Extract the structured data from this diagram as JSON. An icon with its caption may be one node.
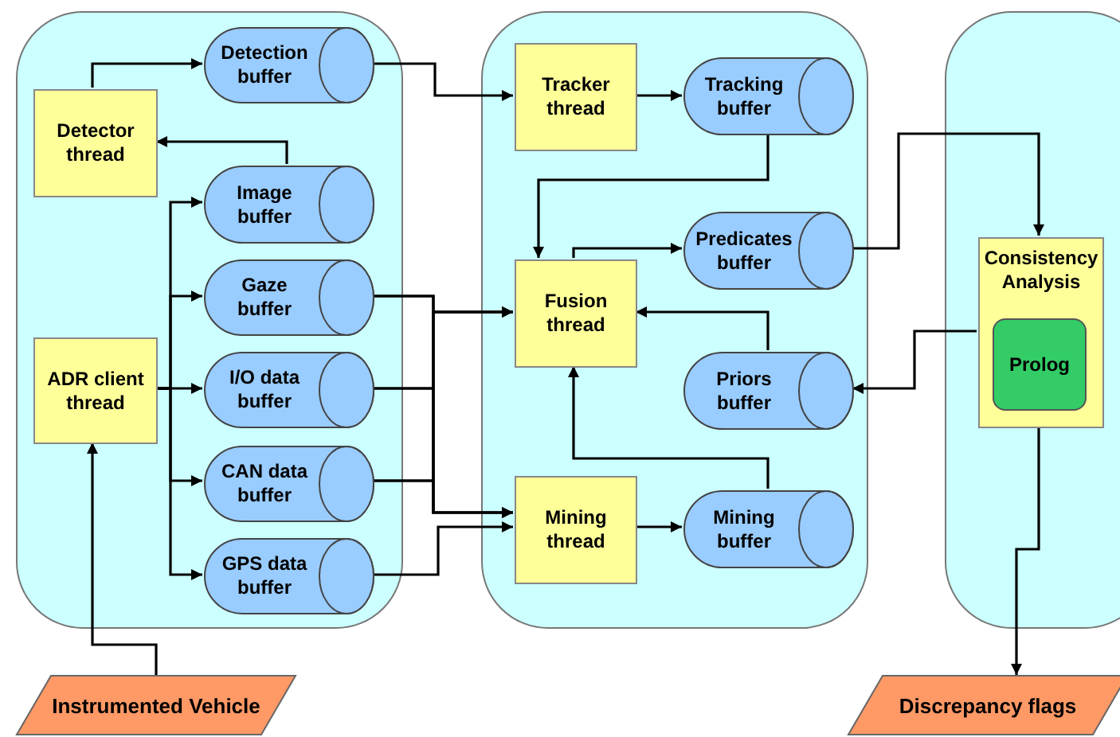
{
  "diagram": {
    "nodes": [
      {
        "text": [],
        "shape": "box"
      },
      {
        "text": [
          "Detection buffer"
        ],
        "in": 0
      },
      {
        "text": [
          "Detector thread"
        ],
        "in": 0
      },
      {
        "text": [
          "Image buffer"
        ],
        "in": 0
      },
      {
        "text": [
          "Gaze buffer"
        ],
        "in": 0
      },
      {
        "text": [
          "ADR client thread"
        ],
        "in": 0
      },
      {
        "text": [
          "I/O data buffer"
        ],
        "in": 0
      },
      {
        "text": [
          "CAN data buffer"
        ],
        "in": 0
      },
      {
        "text": [
          "GPS data buffer"
        ],
        "in": 0
      },
      {
        "text": [],
        "shape": "box"
      },
      {
        "text": [
          "Tracker thread"
        ],
        "in": 9
      },
      {
        "text": [
          "Tracking buffer"
        ],
        "in": 9
      },
      {
        "text": [
          "Predicates buffer"
        ],
        "in": 9
      },
      {
        "text": [
          "Fusion thread"
        ],
        "in": 9
      },
      {
        "text": [
          "Priors buffer"
        ],
        "in": 9
      },
      {
        "text": [
          "Mining thread"
        ],
        "in": 9
      },
      {
        "text": [
          "Mining buffer"
        ],
        "in": 9
      },
      {
        "text": [],
        "shape": "box"
      },
      {
        "text": [
          "Consistency Analysis"
        ],
        "in": 17
      },
      {
        "text": [
          "Prolog"
        ],
        "in": 18
      },
      {
        "text": [
          "Instrumented Vehicle"
        ]
      },
      {
        "text": [
          "Discrepancy flags"
        ]
      }
    ],
    "edges": [
      {
        "from": 2,
        "to": 1,
        "arrow": "to"
      },
      {
        "from": 3,
        "to": 2,
        "arrow": "to"
      },
      {
        "from": 5,
        "to": 3,
        "arrow": "to"
      },
      {
        "from": 5,
        "to": 4,
        "arrow": "to"
      },
      {
        "from": 5,
        "to": 6,
        "arrow": "to"
      },
      {
        "from": 5,
        "to": 7,
        "arrow": "to"
      },
      {
        "from": 5,
        "to": 8,
        "arrow": "to"
      },
      {
        "from": 1,
        "to": 10,
        "arrow": "to"
      },
      {
        "from": 10,
        "to": 11,
        "arrow": "to"
      },
      {
        "from": 11,
        "to": 13,
        "arrow": "to"
      },
      {
        "from": 13,
        "to": 12,
        "arrow": "to"
      },
      {
        "from": 14,
        "to": 13,
        "arrow": "to"
      },
      {
        "from": 16,
        "to": 13,
        "arrow": "to"
      },
      {
        "from": 15,
        "to": 16,
        "arrow": "to"
      },
      {
        "from": 12,
        "to": 18,
        "arrow": "to"
      },
      {
        "from": 18,
        "to": 14,
        "arrow": "to"
      },
      {
        "from": 18,
        "to": 21,
        "arrow": "to"
      },
      {
        "from": 20,
        "to": 5,
        "arrow": "to"
      },
      {
        "from": 4,
        "to": 13,
        "arrow": "to"
      },
      {
        "from": 6,
        "to": 13,
        "arrow": "to"
      },
      {
        "from": 7,
        "to": 13,
        "arrow": "to"
      },
      {
        "from": 4,
        "to": 15,
        "arrow": "to"
      },
      {
        "from": 6,
        "to": 15,
        "arrow": "to"
      },
      {
        "from": 7,
        "to": 15,
        "arrow": "to"
      },
      {
        "from": 8,
        "to": 15,
        "arrow": "to"
      }
    ]
  }
}
